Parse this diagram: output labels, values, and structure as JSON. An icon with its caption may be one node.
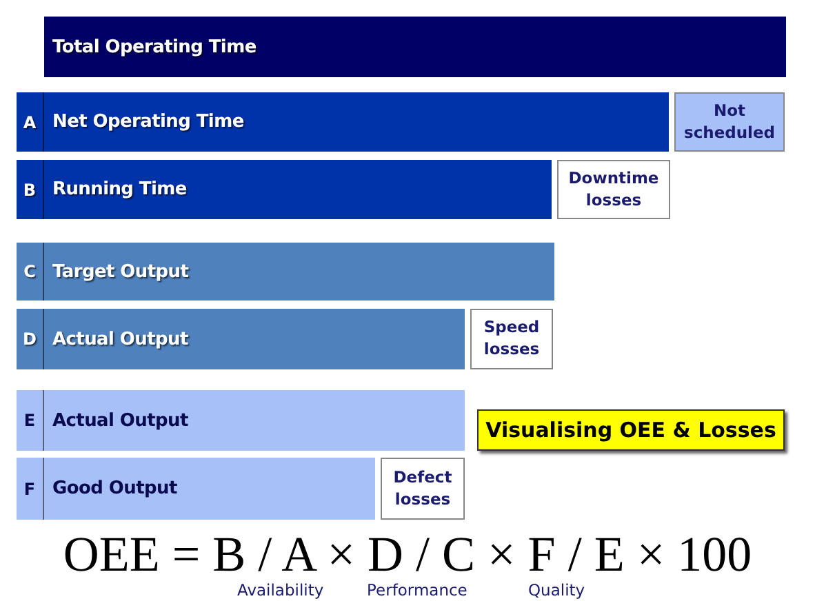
{
  "diagram": {
    "nodes": [
      {
        "text": [
          "Total Operating Time"
        ]
      },
      {
        "text": [
          "A",
          "Net Operating Time"
        ]
      },
      {
        "text": [
          "Not scheduled"
        ]
      },
      {
        "text": [
          "B",
          "Running Time"
        ]
      },
      {
        "text": [
          "Downtime losses"
        ]
      },
      {
        "text": [
          "C",
          "Target Output"
        ]
      },
      {
        "text": [
          "D",
          "Actual Output"
        ]
      },
      {
        "text": [
          "Speed losses"
        ]
      },
      {
        "text": [
          "E",
          "Actual Output"
        ]
      },
      {
        "text": [
          "F",
          "Good Output"
        ]
      },
      {
        "text": [
          "Defect losses"
        ]
      },
      {
        "text": [
          "Visualising OEE & Losses"
        ]
      }
    ],
    "labels": [
      "OEE = B / A × D / C × F / E × 100",
      "Availability",
      "Performance",
      "Quality"
    ]
  }
}
